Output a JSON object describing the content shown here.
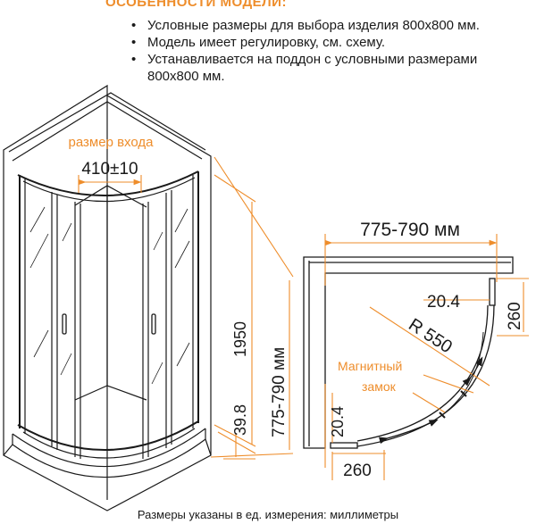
{
  "header": {
    "title": "ОСОБЕННОСТИ МОДЕЛИ:",
    "features": [
      "Условные размеры для выбора изделия 800x800 мм.",
      "Модель имеет регулировку, см. схему.",
      "Устанавливается на поддон с условными размерами",
      "800x800 мм."
    ]
  },
  "perspective": {
    "entry_label": "размер входа",
    "entry_value": "410±10",
    "height_value": "1950",
    "base_value": "39.8",
    "depth_value": "775-790 мм"
  },
  "plan": {
    "width_value": "775-790 мм",
    "top_offset": "20.4",
    "right_offset": "260",
    "radius": "R 550",
    "magnet_label_1": "Магнитный",
    "magnet_label_2": "замок",
    "left_offset": "20.4",
    "bottom_offset": "260"
  },
  "footer": "Размеры указаны в ед. измерения: миллиметры",
  "colors": {
    "accent": "#ee8d2b",
    "line": "#1a1a1a"
  }
}
